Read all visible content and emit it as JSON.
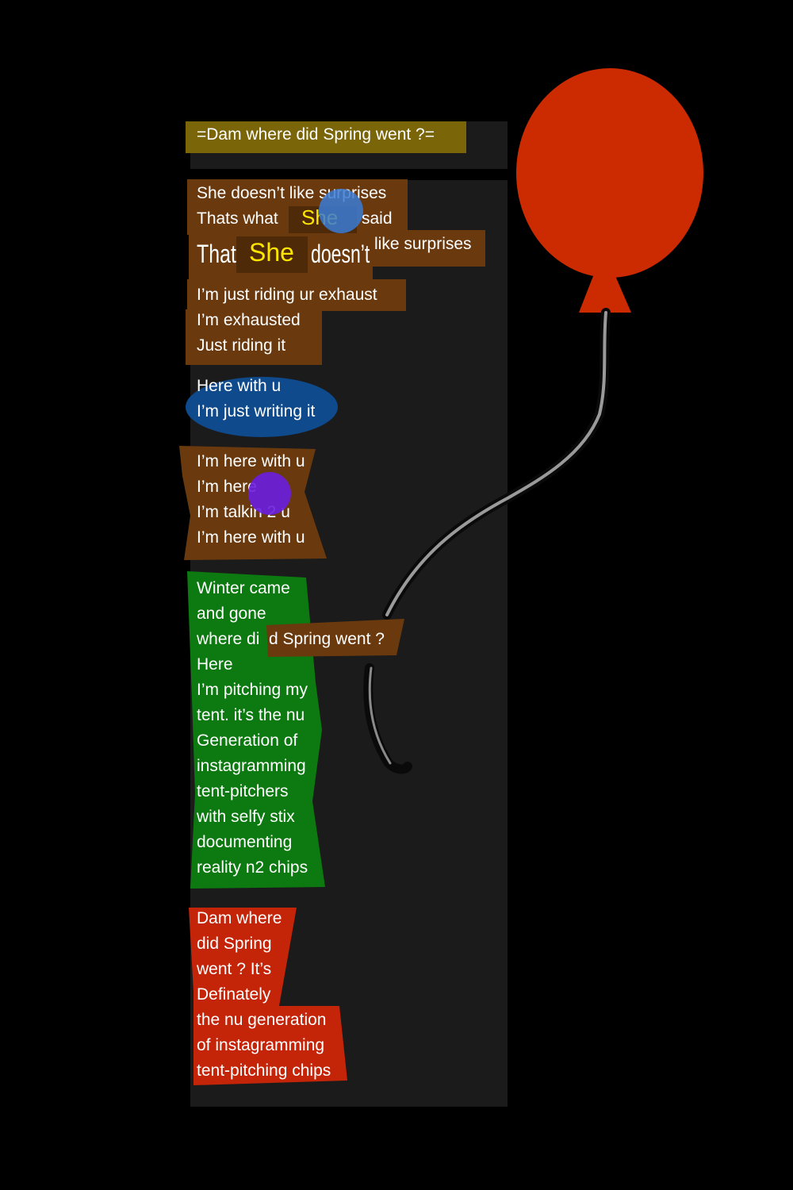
{
  "colors": {
    "background": "#000000",
    "panel": "#1b1b1b",
    "title_bg": "#7a6508",
    "brown": "#6a3a0e",
    "blue": "#0e4a8c",
    "green": "#0c7a10",
    "red": "#c42408",
    "balloon": "#cc2a00",
    "highlight": "#ffe600"
  },
  "title": "=Dam where did Spring went ?=",
  "stanza1": {
    "line1": "She doesn’t like surprises",
    "line2_a": "Thats what",
    "line2_b": "She",
    "line2_c": "said",
    "line3_a": "That",
    "line3_b": "She",
    "line3_c": "doesn’t",
    "line3_d": "like surprises",
    "line4": "I’m just riding ur exhaust",
    "line5": "I’m exhausted",
    "line6": "Just riding it"
  },
  "stanza2": {
    "line1": "Here with u",
    "line2": "I’m just writing it"
  },
  "stanza3": {
    "line1": "I’m here with u",
    "line2": "I’m here",
    "line3": "I’m talkin 2 u",
    "line4": "I’m here with u"
  },
  "stanza4": {
    "line1": "Winter came",
    "line2": "and gone",
    "line3_a": "where di",
    "line3_b": "d Spring went ?",
    "line4": "Here",
    "line5": "I’m pitching my",
    "line6": "tent. it’s the nu",
    "line7": "Generation of",
    "line8": "instagramming",
    "line9": "tent-pitchers",
    "line10": "with selfy stix",
    "line11": "documenting",
    "line12": "reality n2 chips"
  },
  "stanza5": {
    "line1": "Dam where",
    "line2": "did Spring",
    "line3": "went ? It’s",
    "line4": "Definately",
    "line5": "the nu generation",
    "line6": "of instagramming",
    "line7": "tent-pitching chips"
  },
  "icons": {
    "balloon": "red-balloon-icon",
    "blue_dot": "blue-dot-icon",
    "purple_dot": "purple-dot-icon"
  }
}
